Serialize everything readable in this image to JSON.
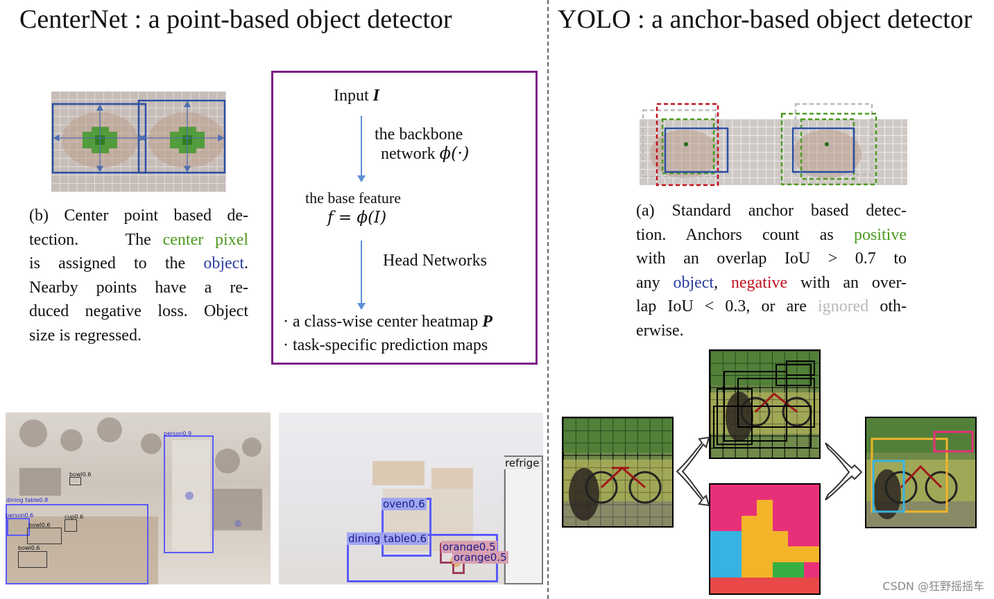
{
  "left": {
    "title": "CenterNet : a point-based object detector",
    "caption": {
      "l1": "(b) Center point based de-",
      "l2a": "tection.",
      "l2b": "The ",
      "l2green": "center pixel",
      "l3a": "is assigned to the ",
      "l3blue": "object",
      "l3b": ".",
      "l4": "Nearby points have a re-",
      "l5": "duced negative loss. Object",
      "l6": "size is regressed."
    },
    "flow": {
      "input": "Input ",
      "input_sym": "I",
      "backbone1": "the backbone",
      "backbone2": "network ",
      "backbone_sym": "ϕ(·)",
      "base1": "the base feature",
      "base2_sym": "f = ϕ(I)",
      "head": "Head Networks",
      "out1": "· a class-wise center heatmap ",
      "out1_sym": "P",
      "out2": "· task-specific prediction maps"
    },
    "detections_kitchen": [
      {
        "label": "person0.9"
      },
      {
        "label": "bowl0.6"
      },
      {
        "label": "dining table0.8"
      },
      {
        "label": "person0.6"
      },
      {
        "label": "bowl0.6"
      },
      {
        "label": "cup0.6"
      },
      {
        "label": "bowl0.6"
      }
    ],
    "detections_room": [
      {
        "label": "refrige"
      },
      {
        "label": "oven0.6"
      },
      {
        "label": "dining table0.6"
      },
      {
        "label": "orange0.5"
      },
      {
        "label": "orange0.5"
      }
    ]
  },
  "right": {
    "title": "YOLO : a anchor-based object detector",
    "caption": {
      "l1": "(a) Standard anchor based detec-",
      "l2a": "tion.  Anchors count as ",
      "l2green": "positive",
      "l3": "with an overlap IoU > 0.7 to",
      "l4a": "any ",
      "l4blue": "object",
      "l4b": ", ",
      "l4red": "negative",
      "l4c": " with an over-",
      "l5a": "lap IoU < 0.3, or are ",
      "l5gray": "ignored",
      "l5b": " oth-",
      "l6": "erwise."
    }
  },
  "watermark": "CSDN @狂野摇摇车",
  "colors": {
    "frame": "#7b1f86",
    "arrow": "#5b8fd6",
    "object_box": "#2a4ea3",
    "center_green": "#3f9a2a",
    "neg_red": "#c1121f",
    "pos_green": "#4c9a1f",
    "ignored_gray": "#b8b8b8"
  }
}
